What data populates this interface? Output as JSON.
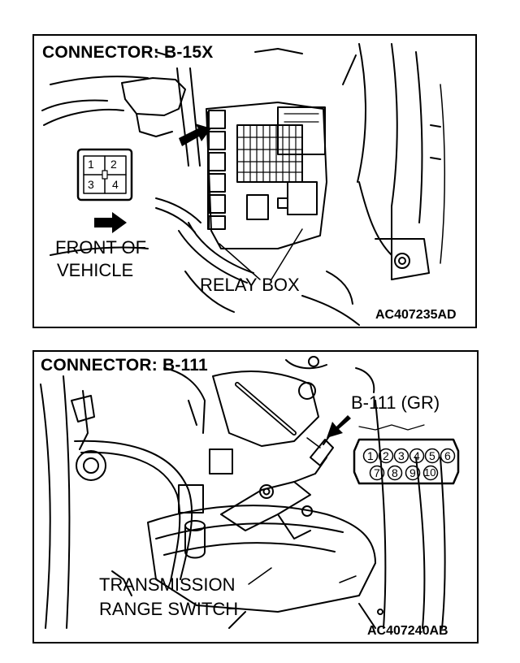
{
  "diagrams": [
    {
      "title": "CONNECTOR: B-15X",
      "connector_pins": [
        "1",
        "2",
        "3",
        "4"
      ],
      "labels": {
        "front_line1": "FRONT OF",
        "front_line2": "VEHICLE",
        "relay_box": "RELAY BOX"
      },
      "code": "AC407235AD"
    },
    {
      "title": "CONNECTOR: B-111",
      "connector_label": "B-111 (GR)",
      "connector_pins": [
        "1",
        "2",
        "3",
        "4",
        "5",
        "6",
        "7",
        "8",
        "9",
        "10"
      ],
      "labels": {
        "switch_line1": "TRANSMISSION",
        "switch_line2": "RANGE SWITCH"
      },
      "code": "AC407240AB"
    }
  ]
}
